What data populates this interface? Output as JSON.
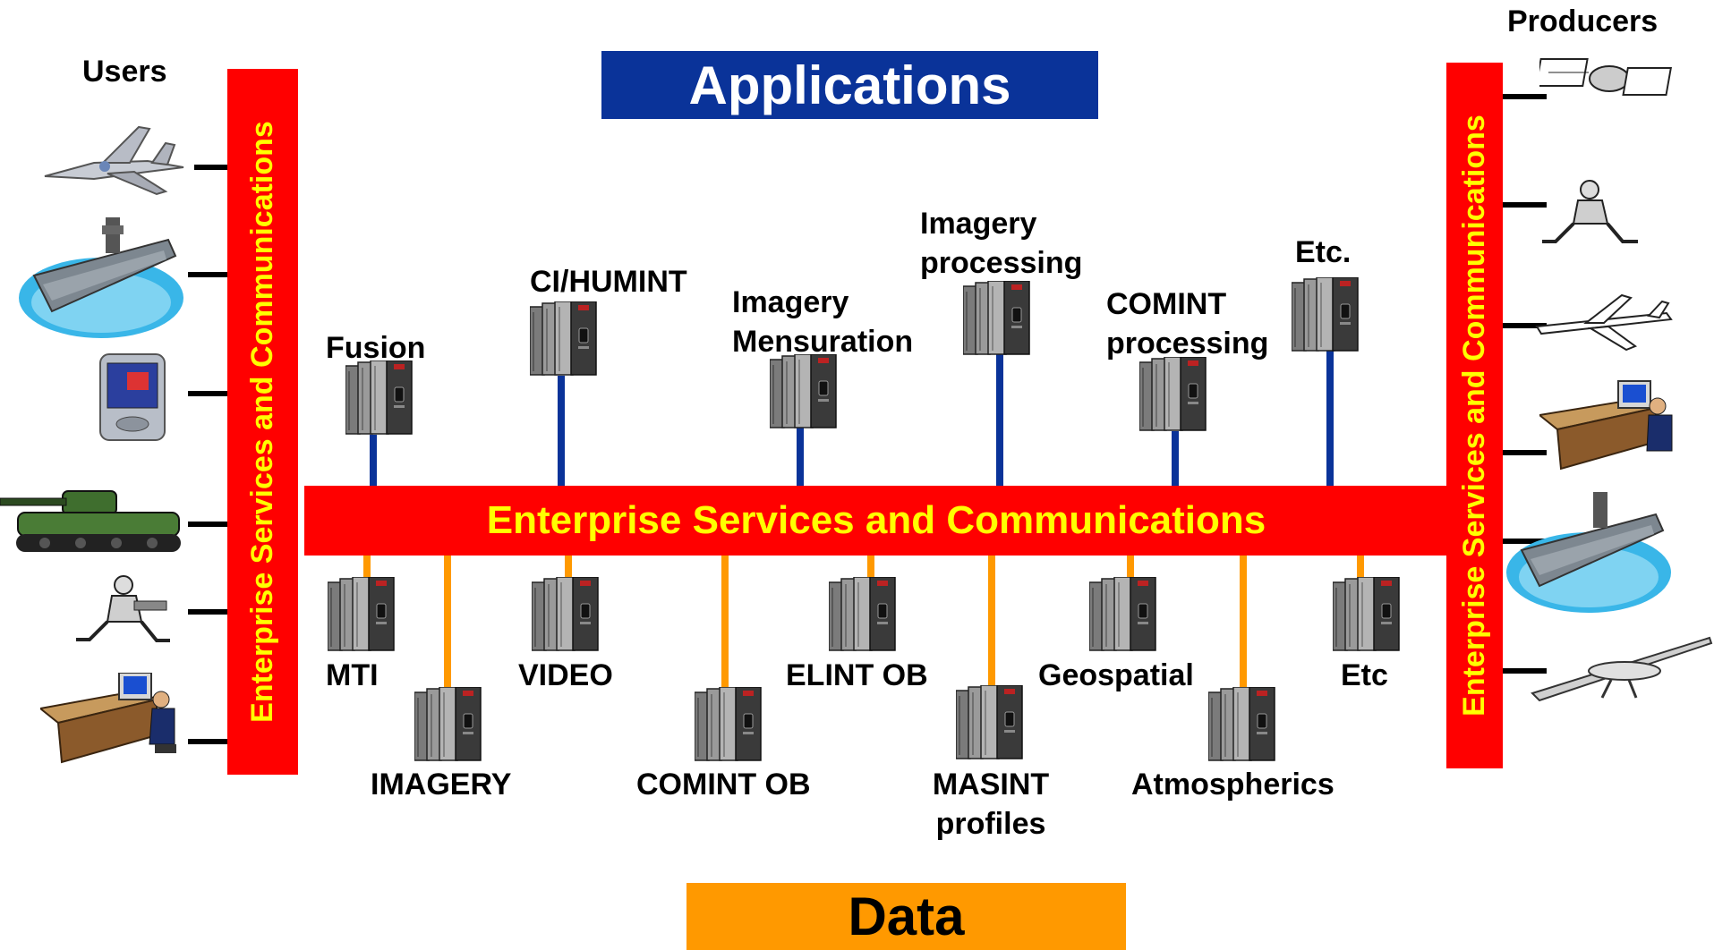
{
  "banners": {
    "applications": "Applications",
    "data": "Data"
  },
  "bus": {
    "label": "Enterprise Services and Communications"
  },
  "side_bars": {
    "left": "Enterprise Services and Communications",
    "right": "Enterprise Services and Communications"
  },
  "users": {
    "title": "Users",
    "icons": [
      "fighter-jet",
      "aircraft-carrier",
      "pda-device",
      "tank",
      "soldier",
      "desk-operator"
    ]
  },
  "producers": {
    "title": "Producers",
    "icons": [
      "satellite",
      "soldier",
      "spy-plane",
      "desk-operator",
      "aircraft-carrier",
      "drone"
    ]
  },
  "applications": [
    {
      "label": "Fusion"
    },
    {
      "label": "CI/HUMINT"
    },
    {
      "line1": "Imagery",
      "line2": "Mensuration"
    },
    {
      "line1": "Imagery",
      "line2": "processing"
    },
    {
      "line1": "COMINT",
      "line2": "processing"
    },
    {
      "label": "Etc."
    }
  ],
  "data_sources": [
    {
      "label": "MTI"
    },
    {
      "label": "IMAGERY"
    },
    {
      "label": "VIDEO"
    },
    {
      "label": "COMINT OB"
    },
    {
      "label": "ELINT OB"
    },
    {
      "line1": "MASINT",
      "line2": "profiles"
    },
    {
      "label": "Geospatial"
    },
    {
      "label": "Atmospherics"
    },
    {
      "label": "Etc"
    }
  ],
  "colors": {
    "bus": "#ff0000",
    "bus_text": "#ffff00",
    "applications_banner": "#0a3399",
    "data_banner": "#ff9900",
    "app_link": "#0a3399",
    "data_link": "#ff9900"
  }
}
